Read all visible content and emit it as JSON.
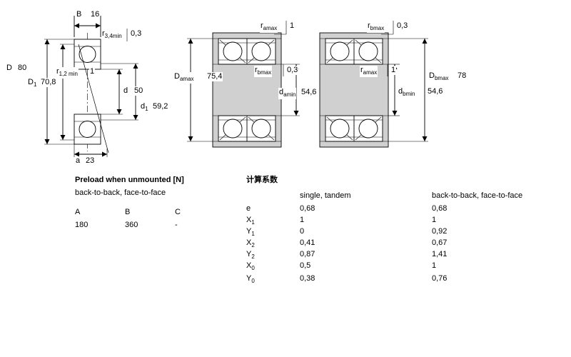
{
  "colors": {
    "section_fill": "#d0d0d0",
    "background": "#ffffff"
  },
  "single_bearing": {
    "B": {
      "sym": "B",
      "sub": "",
      "val": "16"
    },
    "r34": {
      "sym": "r",
      "sub": "3,4min",
      "val": "0,3"
    },
    "D": {
      "sym": "D",
      "sub": "",
      "val": "80"
    },
    "D1": {
      "sym": "D",
      "sub": "1",
      "val": "70,8"
    },
    "r12": {
      "sym": "r",
      "sub": "1,2 min",
      "val": "1"
    },
    "d": {
      "sym": "d",
      "sub": "",
      "val": "50"
    },
    "d1": {
      "sym": "d",
      "sub": "1",
      "val": "59,2"
    },
    "a": {
      "sym": "a",
      "sub": "",
      "val": "23"
    }
  },
  "pair_figure_left": {
    "ramax": {
      "sym": "r",
      "sub": "amax",
      "val": "1"
    },
    "rbmax": {
      "sym": "r",
      "sub": "bmax",
      "val": "0,3"
    },
    "Damax": {
      "sym": "D",
      "sub": "amax",
      "val": "75,4"
    },
    "damin": {
      "sym": "d",
      "sub": "amin",
      "val": "54,6"
    }
  },
  "pair_figure_right": {
    "rbmax": {
      "sym": "r",
      "sub": "bmax",
      "val": "0,3"
    },
    "ramax": {
      "sym": "r",
      "sub": "amax",
      "val": "1"
    },
    "Dbmax": {
      "sym": "D",
      "sub": "bmax",
      "val": "78"
    },
    "dbmin": {
      "sym": "d",
      "sub": "bmin",
      "val": "54,6"
    }
  },
  "preload_table": {
    "title": "Preload when unmounted [N]",
    "subtitle": "back-to-back, face-to-face",
    "columns": [
      "A",
      "B",
      "C"
    ],
    "values": [
      "180",
      "360",
      "-"
    ]
  },
  "factors_table": {
    "title": "计算系数",
    "col1_header": "single, tandem",
    "col2_header": "back-to-back, face-to-face",
    "rows": [
      {
        "sym": "e",
        "sub": "",
        "v1": "0,68",
        "v2": "0,68"
      },
      {
        "sym": "X",
        "sub": "1",
        "v1": "1",
        "v2": "1"
      },
      {
        "sym": "Y",
        "sub": "1",
        "v1": "0",
        "v2": "0,92"
      },
      {
        "sym": "X",
        "sub": "2",
        "v1": "0,41",
        "v2": "0,67"
      },
      {
        "sym": "Y",
        "sub": "2",
        "v1": "0,87",
        "v2": "1,41"
      },
      {
        "sym": "X",
        "sub": "0",
        "v1": "0,5",
        "v2": "1"
      },
      {
        "sym": "Y",
        "sub": "0",
        "v1": "0,38",
        "v2": "0,76"
      }
    ]
  }
}
